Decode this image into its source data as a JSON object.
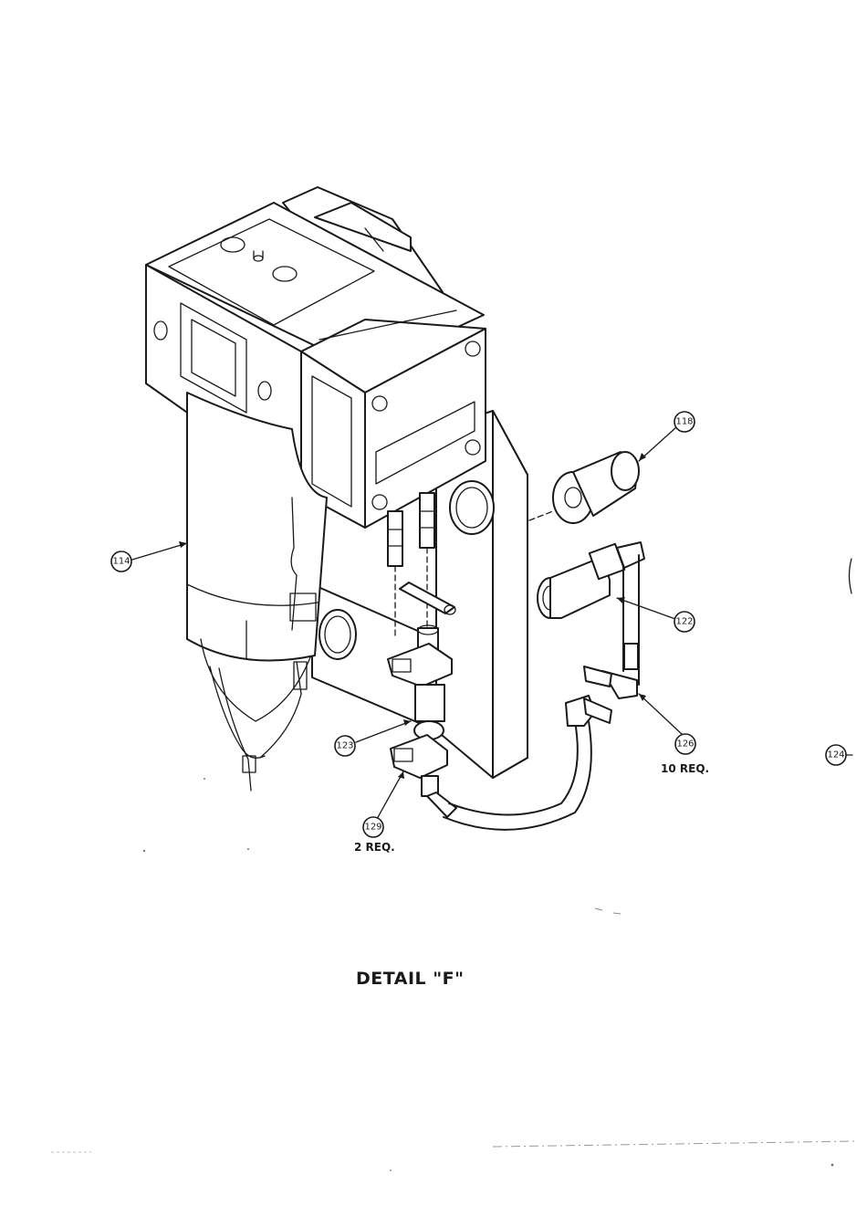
{
  "title": "DETAIL \"F\"",
  "callouts": {
    "c114": "114",
    "c118": "118",
    "c122": "122",
    "c123": "123",
    "c124": "124",
    "c126": "126",
    "c129": "129"
  },
  "notes": {
    "n126": "10 REQ.",
    "n129": "2 REQ."
  }
}
